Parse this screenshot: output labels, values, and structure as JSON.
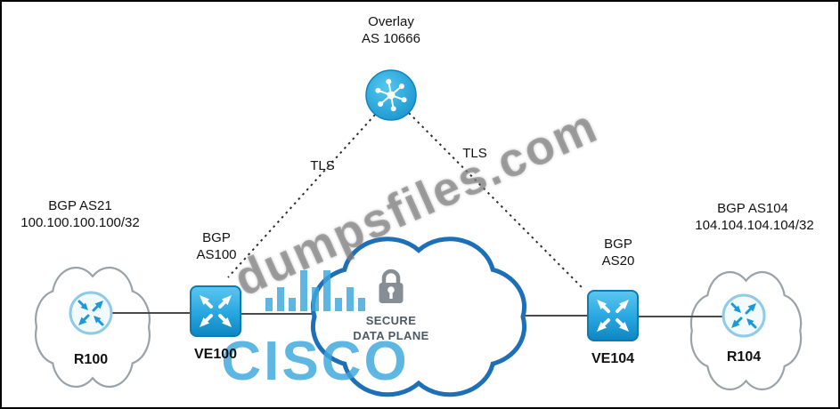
{
  "overlay": {
    "line1": "Overlay",
    "line2": "AS 10666"
  },
  "tls": {
    "left": "TLS",
    "right": "TLS"
  },
  "site_left": {
    "bgp": "BGP AS21",
    "prefix": "100.100.100.100/32",
    "device": "R100"
  },
  "edge_left": {
    "bgp_line1": "BGP",
    "bgp_line2": "AS100",
    "device": "VE100"
  },
  "core": {
    "line1": "SECURE",
    "line2": "DATA PLANE"
  },
  "edge_right": {
    "bgp_line1": "BGP",
    "bgp_line2": "AS20",
    "device": "VE104"
  },
  "site_right": {
    "bgp": "BGP AS104",
    "prefix": "104.104.104.104/32",
    "device": "R104"
  },
  "watermark": {
    "text": "dumpsfiles.com"
  },
  "logo": {
    "text": "CISCO"
  },
  "colors": {
    "device_blue": "#27a6e0",
    "cloud_outline_blue": "#1d70b8",
    "cisco_blue": "#3ba7dd",
    "line_gray": "#4a4a4a",
    "watermark_gray": "#7d7d7d"
  }
}
